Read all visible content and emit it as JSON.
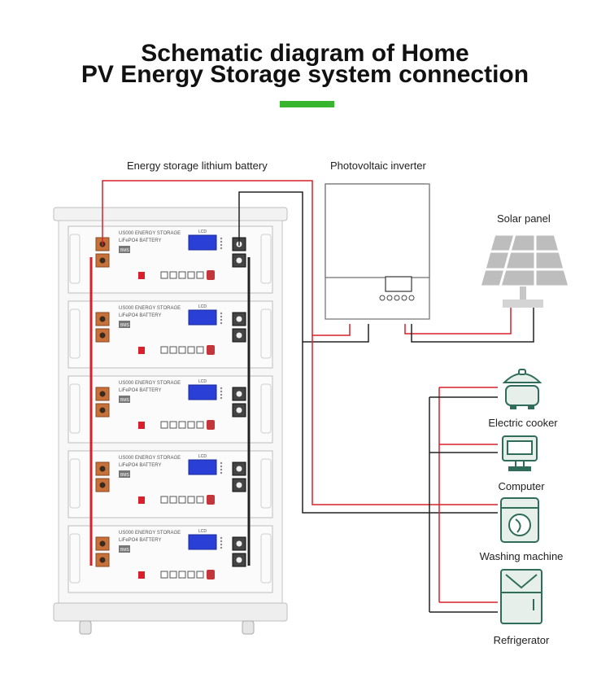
{
  "header": {
    "title_line1": "Schematic diagram of Home",
    "title_line2": "PV Energy Storage system connection"
  },
  "labels": {
    "battery": "Energy storage lithium battery",
    "inverter": "Photovoltaic inverter",
    "solar": "Solar panel"
  },
  "appliances": [
    {
      "name": "Electric cooker",
      "icon": "rice-cooker-icon"
    },
    {
      "name": "Computer",
      "icon": "computer-icon"
    },
    {
      "name": "Washing machine",
      "icon": "washing-machine-icon"
    },
    {
      "name": "Refrigerator",
      "icon": "refrigerator-icon"
    }
  ],
  "battery_module": {
    "brand": "US000 ENERGY STORAGE",
    "model": "LiFePO4 BATTERY",
    "bms": "BMS",
    "lcd": "LCD",
    "count": 5
  },
  "colors": {
    "accent": "#38b52e",
    "positive_wire": "#d9202a",
    "negative_wire": "#222222",
    "lcd": "#2a3fd6",
    "terminal": "#c8703a"
  }
}
